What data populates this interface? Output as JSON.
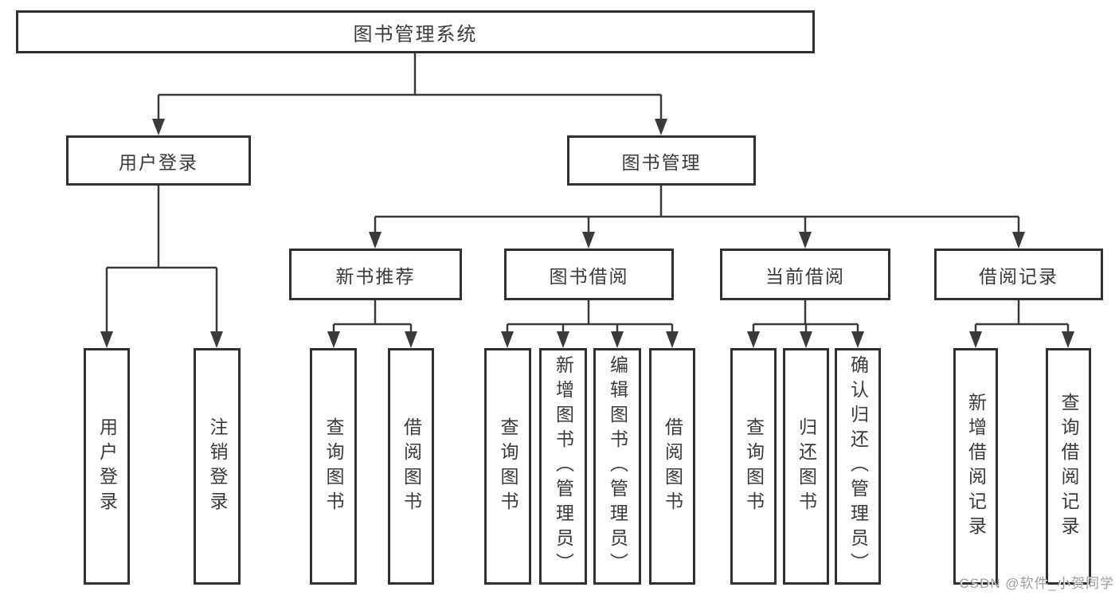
{
  "title": "图书管理系统",
  "colors": {
    "line": "#3a3a3a",
    "box_border": "#313131",
    "box_background": "#ffffff",
    "text": "#3a3a3a",
    "watermark": "#9e9e9e"
  },
  "tree": {
    "root": {
      "label": "图书管理系统",
      "children": [
        {
          "label": "用户登录",
          "children": [
            {
              "label": "用户登录"
            },
            {
              "label": "注销登录"
            }
          ]
        },
        {
          "label": "图书管理",
          "children": [
            {
              "label": "新书推荐",
              "children": [
                {
                  "label": "查询图书"
                },
                {
                  "label": "借阅图书"
                }
              ]
            },
            {
              "label": "图书借阅",
              "children": [
                {
                  "label": "查询图书"
                },
                {
                  "label": "新增图书（管理员）"
                },
                {
                  "label": "编辑图书（管理员）"
                },
                {
                  "label": "借阅图书"
                }
              ]
            },
            {
              "label": "当前借阅",
              "children": [
                {
                  "label": "查询图书"
                },
                {
                  "label": "归还图书"
                },
                {
                  "label": "确认归还（管理员）"
                }
              ]
            },
            {
              "label": "借阅记录",
              "children": [
                {
                  "label": "新增借阅记录"
                },
                {
                  "label": "查询借阅记录"
                }
              ]
            }
          ]
        }
      ]
    }
  },
  "watermark": {
    "text": "CSDN @软件_小贺同学"
  }
}
